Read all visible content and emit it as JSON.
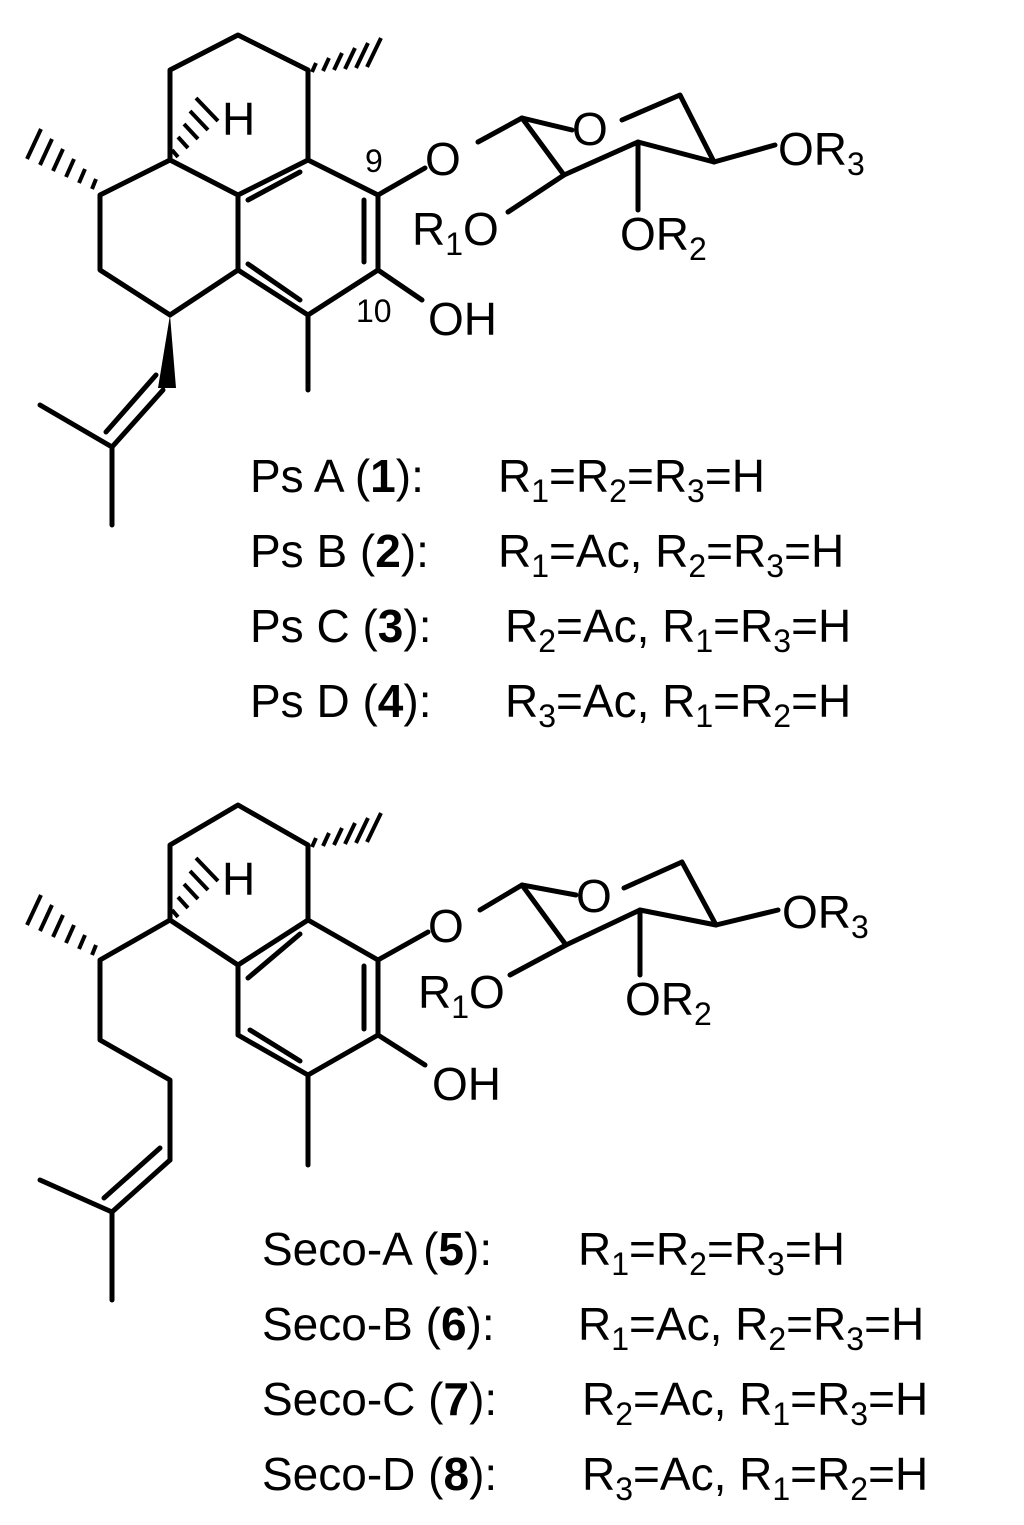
{
  "structure_top": {
    "labels": {
      "H": "H",
      "O_link": "O",
      "O_ring": "O",
      "R1O": "R",
      "R1O_sub": "1",
      "R1O_tail": "O",
      "OR2": "OR",
      "OR2_sub": "2",
      "OR3": "OR",
      "OR3_sub": "3",
      "OH": "OH",
      "num9": "9",
      "num10": "10"
    },
    "compounds": [
      {
        "name": "Ps A (",
        "num": "1",
        "close": "):",
        "subst": [
          [
            "R",
            "1",
            "="
          ],
          [
            "R",
            "2",
            "="
          ],
          [
            "R",
            "3",
            "=H"
          ]
        ]
      },
      {
        "name": "Ps B (",
        "num": "2",
        "close": "):",
        "subst": [
          [
            "R",
            "1",
            "=Ac, "
          ],
          [
            "R",
            "2",
            "="
          ],
          [
            "R",
            "3",
            "=H"
          ]
        ]
      },
      {
        "name": "Ps C (",
        "num": "3",
        "close": "):",
        "subst": [
          [
            "R",
            "2",
            "=Ac, "
          ],
          [
            "R",
            "1",
            "="
          ],
          [
            "R",
            "3",
            "=H"
          ]
        ]
      },
      {
        "name": "Ps D (",
        "num": "4",
        "close": "):",
        "subst": [
          [
            "R",
            "3",
            "=Ac, "
          ],
          [
            "R",
            "1",
            "="
          ],
          [
            "R",
            "2",
            "=H"
          ]
        ]
      }
    ]
  },
  "structure_bottom": {
    "labels": {
      "H": "H",
      "O_link": "O",
      "O_ring": "O",
      "R1O": "R",
      "R1O_sub": "1",
      "R1O_tail": "O",
      "OR2": "OR",
      "OR2_sub": "2",
      "OR3": "OR",
      "OR3_sub": "3",
      "OH": "OH"
    },
    "compounds": [
      {
        "name": "Seco-A (",
        "num": "5",
        "close": "):",
        "subst": [
          [
            "R",
            "1",
            "="
          ],
          [
            "R",
            "2",
            "="
          ],
          [
            "R",
            "3",
            "=H"
          ]
        ]
      },
      {
        "name": "Seco-B (",
        "num": "6",
        "close": "):",
        "subst": [
          [
            "R",
            "1",
            "=Ac, "
          ],
          [
            "R",
            "2",
            "="
          ],
          [
            "R",
            "3",
            "=H"
          ]
        ]
      },
      {
        "name": "Seco-C (",
        "num": "7",
        "close": "):",
        "subst": [
          [
            "R",
            "2",
            "=Ac, "
          ],
          [
            "R",
            "1",
            "="
          ],
          [
            "R",
            "3",
            "=H"
          ]
        ]
      },
      {
        "name": "Seco-D (",
        "num": "8",
        "close": "):",
        "subst": [
          [
            "R",
            "3",
            "=Ac, "
          ],
          [
            "R",
            "1",
            "="
          ],
          [
            "R",
            "2",
            "=H"
          ]
        ]
      }
    ]
  }
}
